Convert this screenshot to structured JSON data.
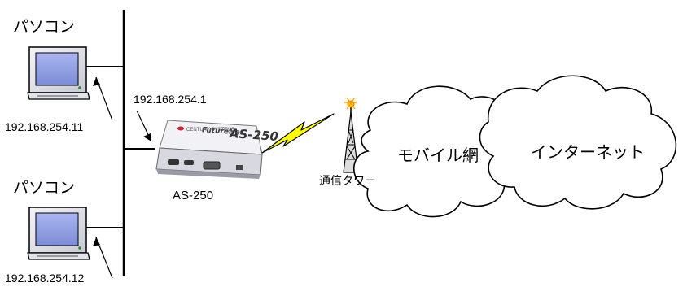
{
  "pc1": {
    "title": "パソコン",
    "ip": "192.168.254.11",
    "icon": "desktop-computer-icon"
  },
  "pc2": {
    "title": "パソコン",
    "ip": "192.168.254.12",
    "icon": "desktop-computer-icon"
  },
  "router": {
    "model": "AS-250",
    "brand": "FutureNet",
    "ip": "192.168.254.1",
    "icon": "router-device-icon"
  },
  "tower": {
    "label": "通信タワー",
    "icon": "antenna-tower-icon"
  },
  "wireless": {
    "icon": "lightning-bolt-icon",
    "color": "#ffff00"
  },
  "clouds": {
    "mobile": "モバイル網",
    "internet": "インターネット"
  },
  "colors": {
    "screen": "#8fa0e4",
    "line": "#000000",
    "device": "#e6e6ec"
  }
}
